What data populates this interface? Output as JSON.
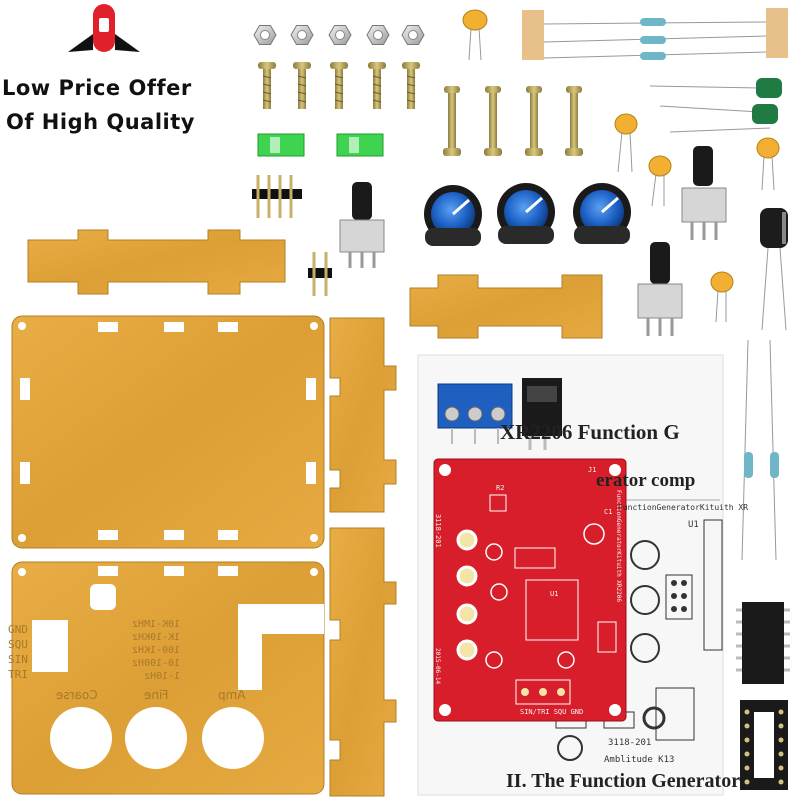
{
  "banner": {
    "line1": "Low Price Offer",
    "line2": "Of High Quality",
    "logo_color": "#e0202a"
  },
  "manual": {
    "title": "XR2206 Function G",
    "subtitle": "erator comp",
    "section": "II. The Function Generator",
    "kit_label": "FunctionGeneratorKituith XR",
    "part_ref": "3118-201",
    "amplitude_label": "Amblitude K13",
    "ic_label": "U1"
  },
  "pcb": {
    "color": "#d81e2a",
    "labels": {
      "board_id": "3118-201",
      "kit": "FunctionGeneratorKituith XR2206",
      "terminals": "SIN/TRI SQU GND",
      "date": "2015-06-14",
      "ref_c1": "C1",
      "ref_r2": "R2",
      "ref_j1": "J1",
      "ref_u1": "U1"
    }
  },
  "panel": {
    "color": "#e0a53a",
    "labels": [
      "GND",
      "SQU",
      "SIN",
      "TRI",
      "Coarse",
      "Fine",
      "Amp"
    ],
    "freq_ranges": [
      "1-10Hz",
      "10-100Hz",
      "100-1KHz",
      "1K-10KHz",
      "10K-1MHz"
    ]
  },
  "colors": {
    "knob_blue": "#1f64c8",
    "knob_black": "#1a1a1a",
    "terminal_blue": "#1f5fbf",
    "spacer_green": "#3fd44f",
    "ceramic_cap": "#f2b033",
    "electrolytic_green": "#1f7a44"
  },
  "icons": {
    "logo": "rocket-logo-icon"
  }
}
